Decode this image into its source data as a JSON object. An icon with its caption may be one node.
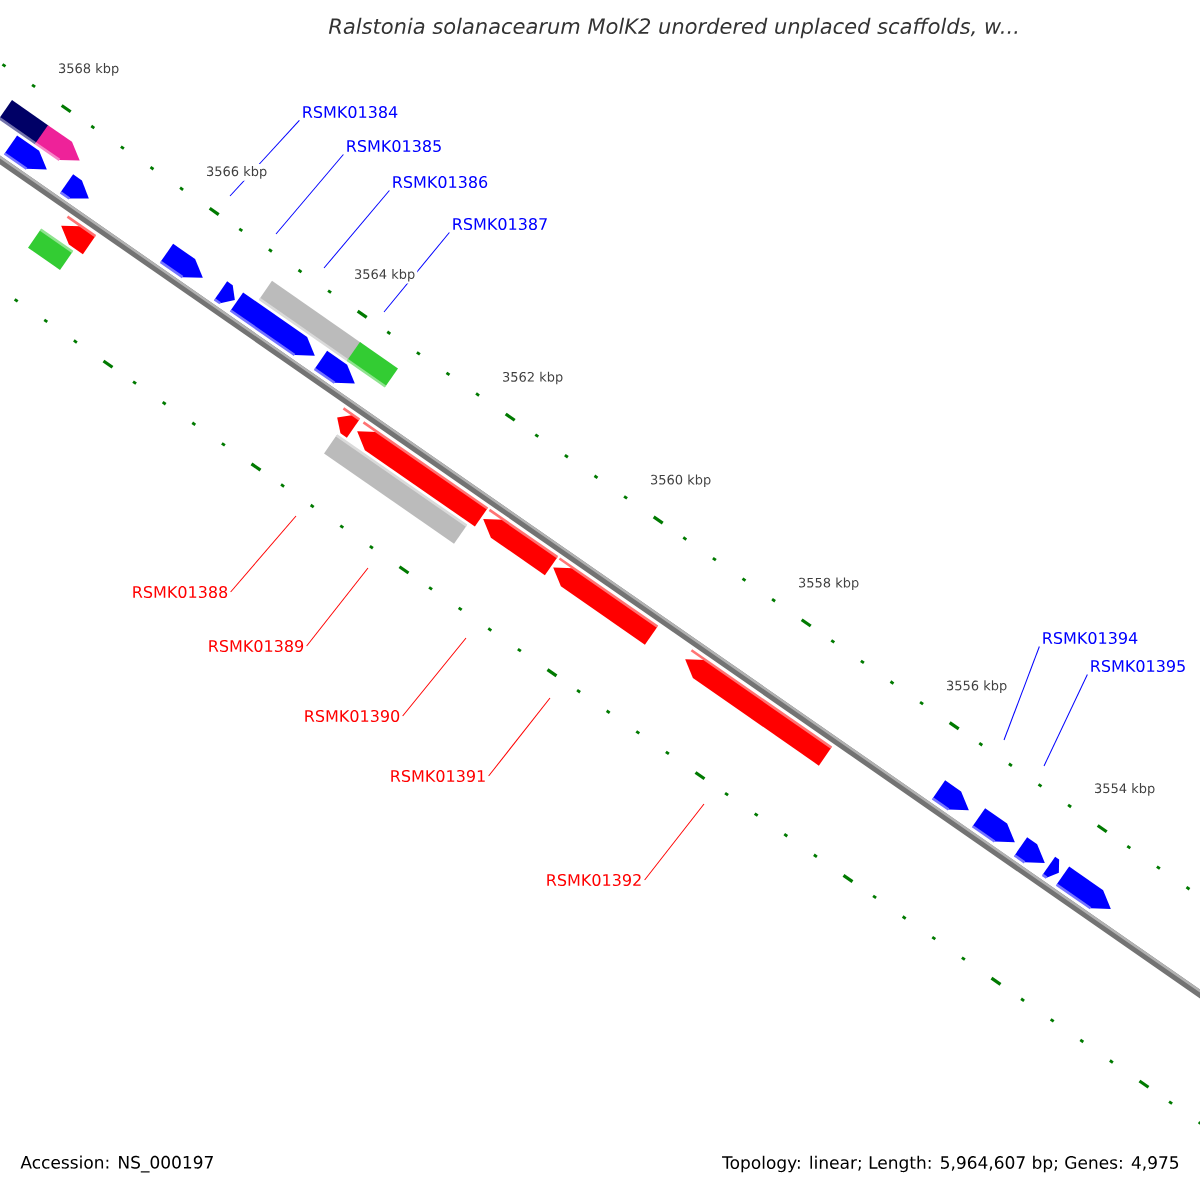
{
  "diagram": {
    "title": "Ralstonia solanacearum MolK2 unordered unplaced scaffolds, w...",
    "nodes": [
      {
        "text": [
          "RSMK01384"
        ]
      },
      {
        "text": [
          "RSMK01385"
        ]
      },
      {
        "text": [
          "RSMK01386"
        ]
      },
      {
        "text": [
          "RSMK01387"
        ]
      },
      {
        "text": [
          "RSMK01388"
        ]
      },
      {
        "text": [
          "RSMK01389"
        ]
      },
      {
        "text": [
          "RSMK01390"
        ]
      },
      {
        "text": [
          "RSMK01391"
        ]
      },
      {
        "text": [
          "RSMK01392"
        ]
      },
      {
        "text": [
          "RSMK01394"
        ]
      },
      {
        "text": [
          "RSMK01395"
        ]
      }
    ],
    "edges": [
      {
        "from": 0,
        "to": null,
        "arrow": "none"
      },
      {
        "from": 1,
        "to": null,
        "arrow": "none"
      },
      {
        "from": 2,
        "to": null,
        "arrow": "none"
      },
      {
        "from": 3,
        "to": null,
        "arrow": "none"
      },
      {
        "from": 4,
        "to": null,
        "arrow": "none",
        "color": "#ff0000"
      },
      {
        "from": 5,
        "to": null,
        "arrow": "none",
        "color": "#ff0000"
      },
      {
        "from": 6,
        "to": null,
        "arrow": "none",
        "color": "#ff0000"
      },
      {
        "from": 7,
        "to": null,
        "arrow": "none",
        "color": "#ff0000"
      },
      {
        "from": 8,
        "to": null,
        "arrow": "none",
        "color": "#ff0000"
      },
      {
        "from": 9,
        "to": null,
        "arrow": "none"
      },
      {
        "from": 10,
        "to": null,
        "arrow": "none"
      }
    ],
    "labels": [
      "3568 kbp",
      "3566 kbp",
      "3564 kbp",
      "3562 kbp",
      "3560 kbp",
      "3558 kbp",
      "3556 kbp",
      "3554 kbp",
      "Accession: NS_000197",
      "Topology: linear; Length: 5,964,607 bp; Genes: 4,975"
    ]
  }
}
